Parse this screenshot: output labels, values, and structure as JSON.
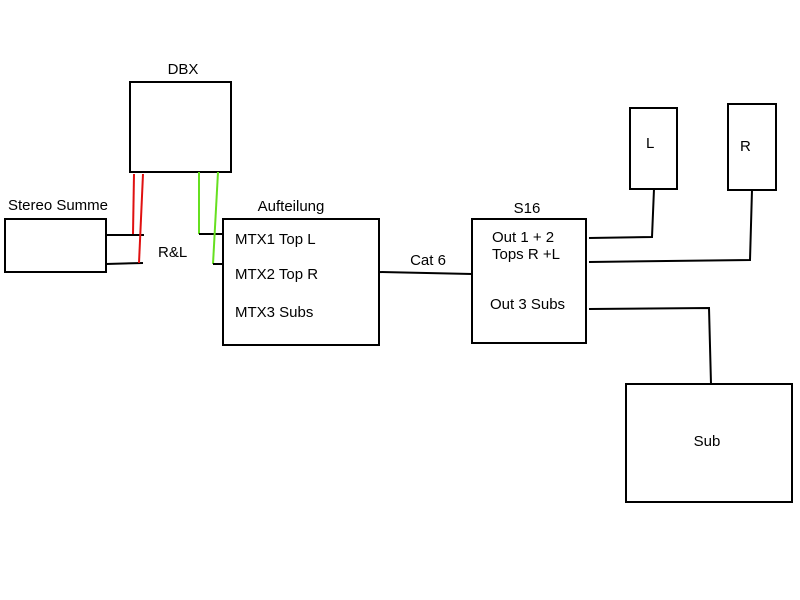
{
  "nodes": {
    "dbx": {
      "title": "DBX"
    },
    "stereo": {
      "title": "Stereo Summe"
    },
    "aufteilung": {
      "title": "Aufteilung",
      "lines": [
        "MTX1 Top L",
        "MTX2 Top R",
        "MTX3 Subs"
      ]
    },
    "s16": {
      "title": "S16",
      "lines": [
        "Out 1 + 2",
        "Tops R +L",
        "Out 3 Subs"
      ]
    },
    "left": {
      "label": "L"
    },
    "right": {
      "label": "R"
    },
    "sub": {
      "label": "Sub"
    }
  },
  "edges": {
    "rl": {
      "label": "R&L"
    },
    "cat6": {
      "label": "Cat 6"
    }
  },
  "colors": {
    "stroke": "#000000",
    "red_wire": "#e01010",
    "green_wire": "#66e020"
  }
}
